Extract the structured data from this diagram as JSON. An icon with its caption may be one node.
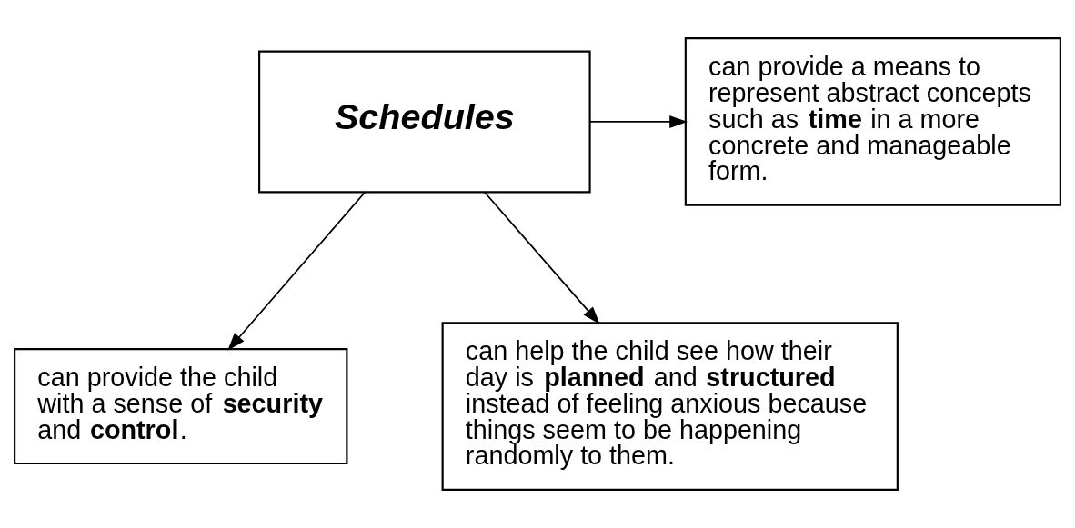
{
  "diagram": {
    "nodes": [
      {
        "text": [
          "Schedules"
        ]
      },
      {
        "text": [
          "can provide a means to represent abstract concepts such as **time** in a more concrete and manageable form."
        ]
      },
      {
        "text": [
          "can provide the child with a sense of **security** and **control**."
        ]
      },
      {
        "text": [
          "can help the child see how their day is **planned** and **structured** instead of feeling anxious because things seem to be happening randomly to them."
        ]
      }
    ],
    "edges": [
      {
        "from": 0,
        "to": 1,
        "arrow": "to"
      },
      {
        "from": 0,
        "to": 2,
        "arrow": "to"
      },
      {
        "from": 0,
        "to": 3,
        "arrow": "to"
      }
    ]
  }
}
